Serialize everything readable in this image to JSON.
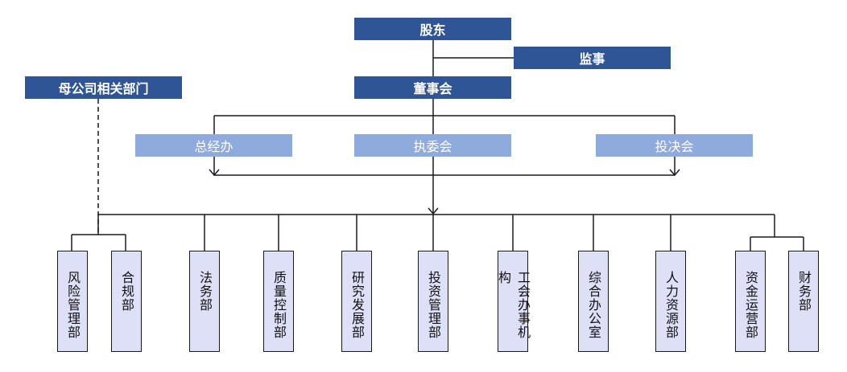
{
  "nodes": {
    "shareholders": "股东",
    "supervisor": "监事",
    "board": "董事会",
    "parent_dept": "母公司相关部门",
    "gm_office": "总经办",
    "exec_committee": "执委会",
    "investment_committee": "投决会"
  },
  "departments": [
    "风险管理部",
    "合规部",
    "法务部",
    "质量控制部",
    "研究发展部",
    "投资管理部",
    "工会办事机构",
    "综合办公室",
    "人力资源部",
    "资金运营部",
    "财务部"
  ],
  "colors": {
    "dark_box": "#2f5597",
    "light_box": "#8faadc",
    "dept_box": "#dde0f7",
    "line": "#1a1a1a"
  }
}
